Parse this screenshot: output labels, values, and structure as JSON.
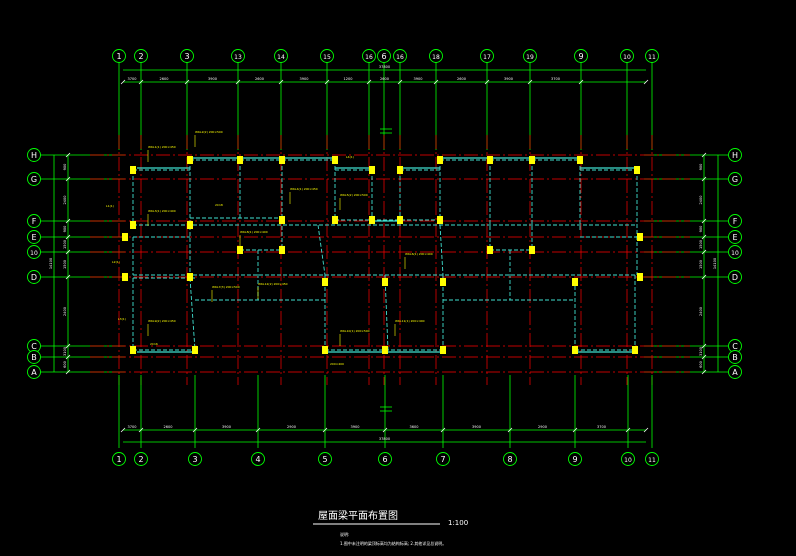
{
  "drawing": {
    "title": "屋面梁平面布置图",
    "scale": "1:100",
    "notes": [
      "说明:",
      "1.图中未注明的梁顶标高均为结构标高; 2.其他详见总说明。"
    ]
  },
  "grid_axes": {
    "top": [
      {
        "id": "top-1",
        "label": "1"
      },
      {
        "id": "top-2",
        "label": "2"
      },
      {
        "id": "top-3",
        "label": "3"
      },
      {
        "id": "top-13",
        "label": "13"
      },
      {
        "id": "top-14",
        "label": "14"
      },
      {
        "id": "top-15",
        "label": "15"
      },
      {
        "id": "top-16a",
        "label": "16"
      },
      {
        "id": "top-6",
        "label": "6"
      },
      {
        "id": "top-16b",
        "label": "16"
      },
      {
        "id": "top-18",
        "label": "18"
      },
      {
        "id": "top-17",
        "label": "17"
      },
      {
        "id": "top-19",
        "label": "19"
      },
      {
        "id": "top-9",
        "label": "9"
      },
      {
        "id": "top-10",
        "label": "10"
      },
      {
        "id": "top-11",
        "label": "11"
      }
    ],
    "bottom": [
      {
        "id": "bot-1",
        "label": "1"
      },
      {
        "id": "bot-2",
        "label": "2"
      },
      {
        "id": "bot-3",
        "label": "3"
      },
      {
        "id": "bot-4",
        "label": "4"
      },
      {
        "id": "bot-5",
        "label": "5"
      },
      {
        "id": "bot-6",
        "label": "6"
      },
      {
        "id": "bot-7",
        "label": "7"
      },
      {
        "id": "bot-8",
        "label": "8"
      },
      {
        "id": "bot-9",
        "label": "9"
      },
      {
        "id": "bot-10",
        "label": "10"
      },
      {
        "id": "bot-11",
        "label": "11"
      }
    ],
    "left": [
      {
        "id": "left-H",
        "label": "H"
      },
      {
        "id": "left-G",
        "label": "G"
      },
      {
        "id": "left-F",
        "label": "F"
      },
      {
        "id": "left-E",
        "label": "E"
      },
      {
        "id": "left-10",
        "label": "10"
      },
      {
        "id": "left-D",
        "label": "D"
      },
      {
        "id": "left-C",
        "label": "C"
      },
      {
        "id": "left-B",
        "label": "B"
      },
      {
        "id": "left-A",
        "label": "A"
      }
    ],
    "right": [
      {
        "id": "right-H",
        "label": "H"
      },
      {
        "id": "right-G",
        "label": "G"
      },
      {
        "id": "right-F",
        "label": "F"
      },
      {
        "id": "right-E",
        "label": "E"
      },
      {
        "id": "right-10",
        "label": "10"
      },
      {
        "id": "right-D",
        "label": "D"
      },
      {
        "id": "right-C",
        "label": "C"
      },
      {
        "id": "right-B",
        "label": "B"
      },
      {
        "id": "right-A",
        "label": "A"
      }
    ]
  },
  "dimensions": {
    "top_segments": [
      "3700",
      "2600",
      "3900",
      "2600",
      "3900",
      "1200",
      "2600",
      "3900",
      "2600",
      "3900",
      "3700"
    ],
    "top_total": "37800",
    "bottom_segments": [
      "3700",
      "2600",
      "3900",
      "2900",
      "3900",
      "3600",
      "3900",
      "2900",
      "3700"
    ],
    "bottom_total": "37800",
    "left_segments": [
      "900",
      "2400",
      "900",
      "1500",
      "1500",
      "2400",
      "3100",
      "600",
      "900"
    ],
    "left_total": "14100",
    "right_segments": [
      "900",
      "2400",
      "900",
      "1500",
      "1500",
      "2400",
      "3100",
      "600",
      "900"
    ],
    "right_total": "14100"
  },
  "beam_labels": [
    "WKL1(1) 200×450",
    "WKL2(2) 200×500",
    "WKL3(1) 200×400",
    "WKL4(1) 200×450",
    "WKL5(2) 200×500",
    "WKL6(1) 200×400",
    "WKL7(3) 200×500",
    "WKL8(1) 200×400",
    "WKL9(2) 200×450",
    "WKL10(1) 200×500",
    "WKL11(1) 200×400",
    "WKL12(2) 200×450",
    "L1(1)",
    "L2(1)",
    "L3(1)",
    "L4(1)",
    "2C16",
    "2C18",
    "200×400"
  ],
  "colors": {
    "background": "#000000",
    "grid_line": "#00ff00",
    "axis_center": "#ff0000",
    "beam": "#40e0d0",
    "column": "#ffff00",
    "annotation": "#ffff00",
    "title": "#ffffff"
  }
}
